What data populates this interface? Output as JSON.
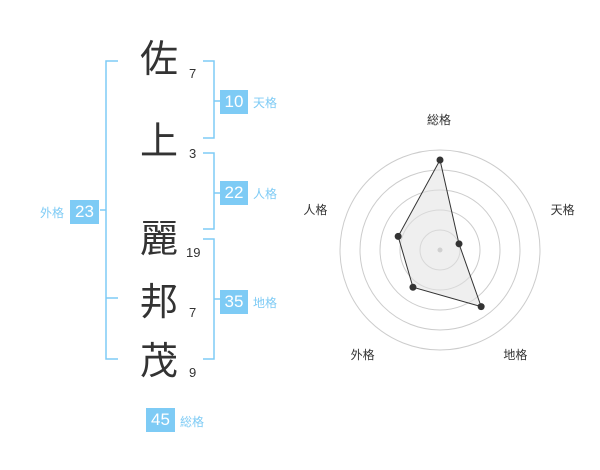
{
  "name": {
    "chars": [
      {
        "char": "佐",
        "strokes": "7"
      },
      {
        "char": "上",
        "strokes": "3"
      },
      {
        "char": "麗",
        "strokes": "19"
      },
      {
        "char": "邦",
        "strokes": "7"
      },
      {
        "char": "茂",
        "strokes": "9"
      }
    ]
  },
  "kaku": {
    "tenkaku": {
      "value": "10",
      "label": "天格"
    },
    "jinkaku": {
      "value": "22",
      "label": "人格"
    },
    "chikaku": {
      "value": "35",
      "label": "地格"
    },
    "gaikaku": {
      "value": "23",
      "label": "外格"
    },
    "soukaku": {
      "value": "45",
      "label": "総格"
    }
  },
  "colors": {
    "accent": "#7ecbf5",
    "text": "#333333",
    "grid": "#cccccc",
    "fill": "#eeeeee"
  },
  "chart_data": {
    "type": "radar",
    "axes": [
      "総格",
      "天格",
      "地格",
      "外格",
      "人格"
    ],
    "values": [
      45,
      10,
      35,
      23,
      22
    ],
    "rmax": 50,
    "rings": 5
  }
}
